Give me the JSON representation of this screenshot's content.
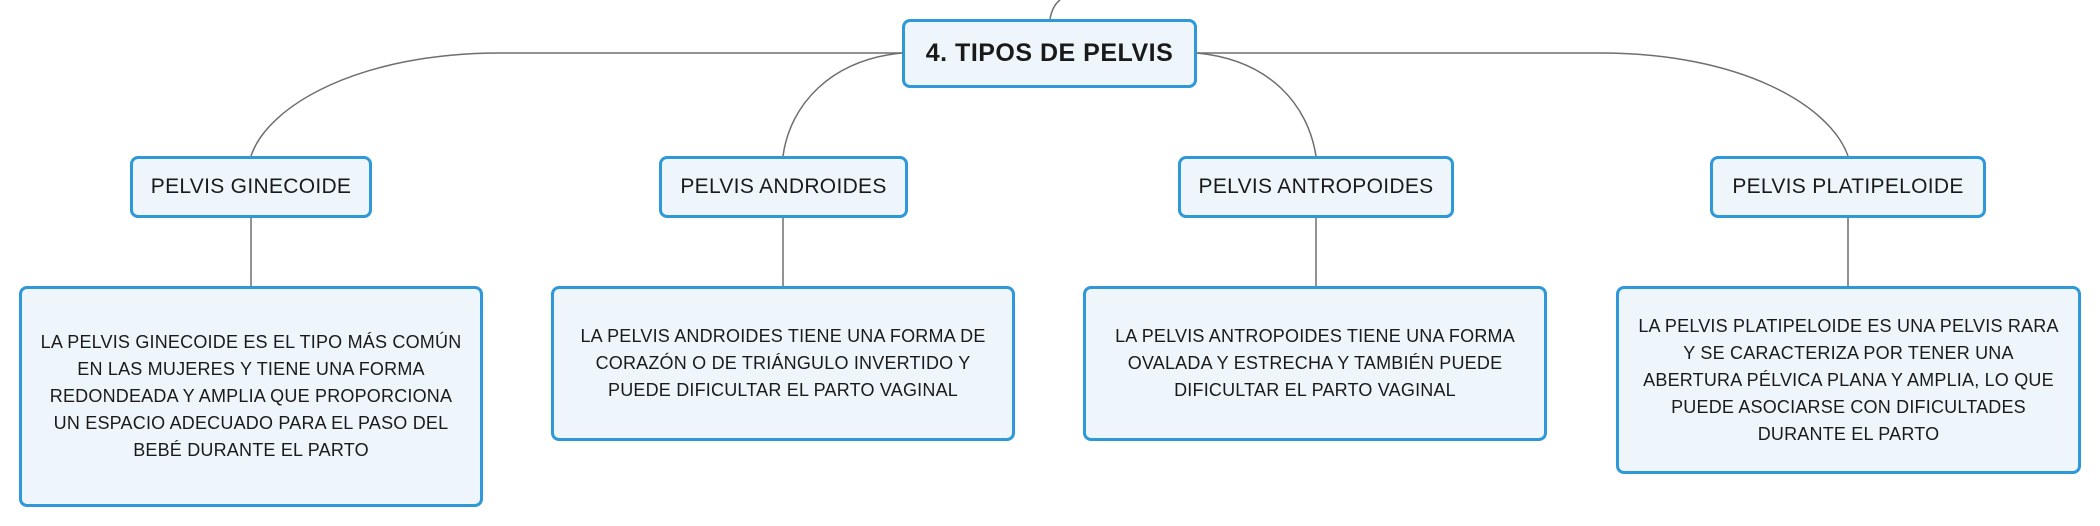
{
  "map": {
    "root": "4. TIPOS DE PELVIS",
    "branches": [
      {
        "label": "PELVIS GINECOIDE",
        "detail": "LA PELVIS GINECOIDE ES EL TIPO MÁS COMÚN EN LAS MUJERES Y TIENE UNA FORMA REDONDEADA Y AMPLIA QUE PROPORCIONA UN ESPACIO ADECUADO PARA EL PASO DEL BEBÉ DURANTE EL PARTO"
      },
      {
        "label": "PELVIS ANDROIDES",
        "detail": "LA PELVIS ANDROIDES TIENE UNA FORMA DE CORAZÓN O DE TRIÁNGULO INVERTIDO Y PUEDE DIFICULTAR EL PARTO VAGINAL"
      },
      {
        "label": "PELVIS ANTROPOIDES",
        "detail": "LA PELVIS ANTROPOIDES TIENE UNA FORMA OVALADA Y ESTRECHA Y TAMBIÉN PUEDE DIFICULTAR EL PARTO VAGINAL"
      },
      {
        "label": "PELVIS PLATIPELOIDE",
        "detail": "LA PELVIS PLATIPELOIDE ES UNA PELVIS RARA Y SE CARACTERIZA POR TENER UNA ABERTURA PÉLVICA PLANA Y AMPLIA, LO QUE PUEDE ASOCIARSE CON DIFICULTADES DURANTE EL PARTO"
      }
    ]
  },
  "colors": {
    "node_border": "#2f98d8",
    "node_fill": "#eef6fc",
    "connector": "#6e6e6e",
    "text": "#1a1a1a"
  }
}
